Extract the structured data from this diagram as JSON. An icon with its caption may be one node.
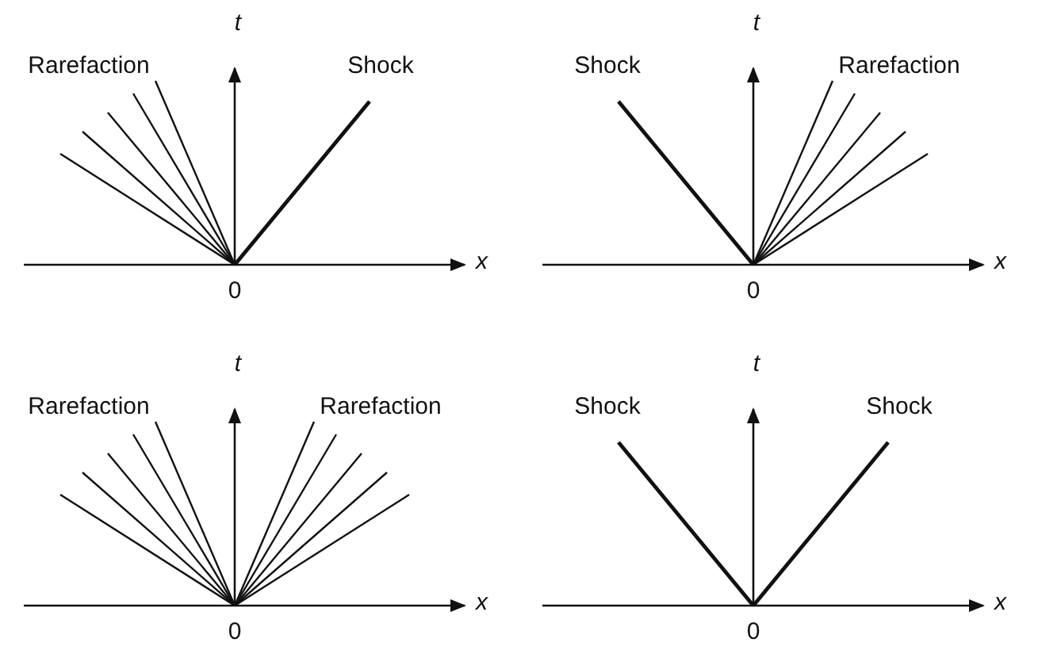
{
  "diagram": {
    "labels": [
      "t",
      "Rarefaction",
      "Shock",
      "x",
      "0",
      "t",
      "Shock",
      "Rarefaction",
      "x",
      "0",
      "t",
      "Rarefaction",
      "Rarefaction",
      "x",
      "0",
      "t",
      "Shock",
      "Shock",
      "x",
      "0"
    ]
  }
}
